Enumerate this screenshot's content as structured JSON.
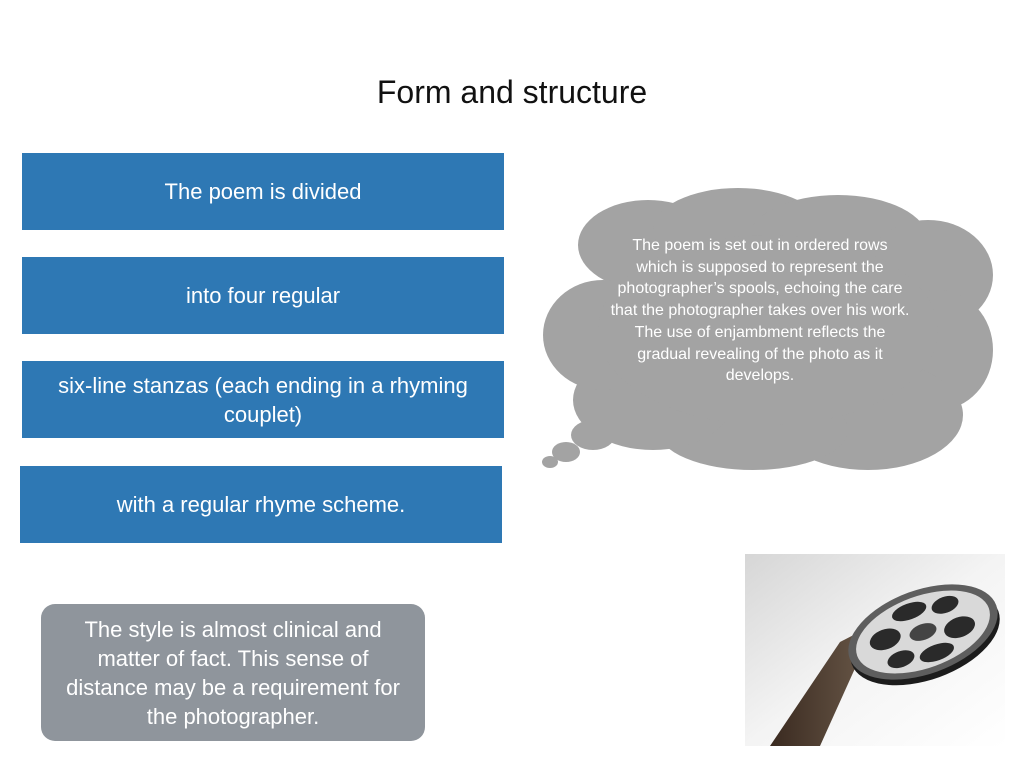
{
  "slide": {
    "title": "Form and structure",
    "boxes": [
      "The poem is divided",
      "into four regular",
      "six-line stanzas (each ending in a rhyming couplet)",
      "with a regular rhyme scheme."
    ],
    "style_note": "The style is almost clinical and matter of fact. This sense of distance may be a requirement for the photographer.",
    "thought_bubble": "The poem is set out in ordered rows which is supposed to represent the photographer’s spools, echoing the care that the photographer takes over his work. The use of enjambment reflects the gradual revealing of the photo as it develops."
  },
  "colors": {
    "box_blue": "#2e78b4",
    "note_grey": "#8f959c",
    "cloud_grey": "#a3a3a3",
    "text_white": "#ffffff"
  },
  "icons": {
    "photo": "film-reel-icon"
  }
}
